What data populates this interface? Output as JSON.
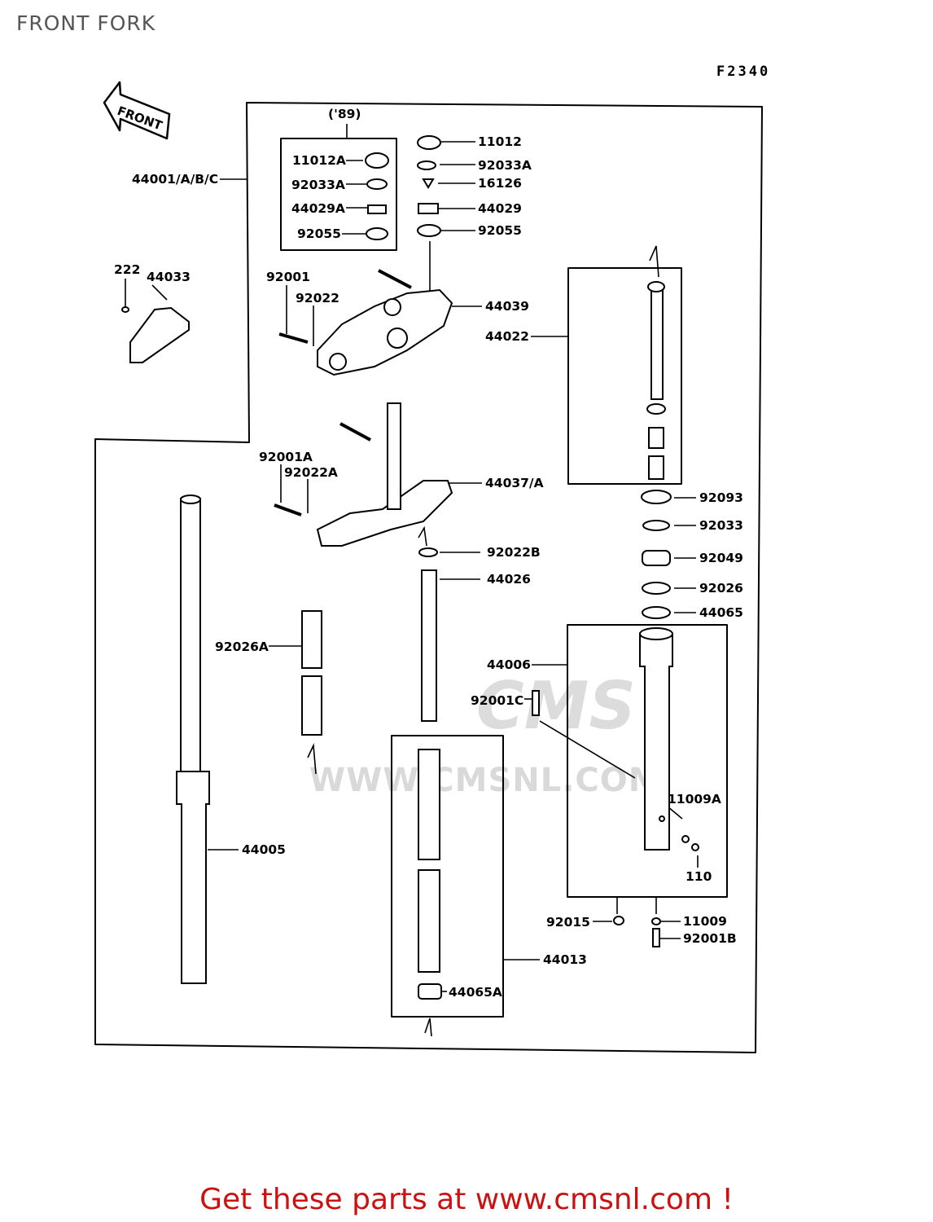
{
  "page": {
    "title": "FRONT FORK",
    "figure_code": "F2340"
  },
  "front_arrow": "FRONT",
  "watermark": {
    "logo": "CMS",
    "url": "WWW.CMSNL.COM"
  },
  "year_note": "('89)",
  "parts": {
    "p44001": "44001/A/B/C",
    "p11012A": "11012A",
    "p92033A_box": "92033A",
    "p44029A": "44029A",
    "p92055_box": "92055",
    "p11012": "11012",
    "p92033A": "92033A",
    "p16126": "16126",
    "p44029": "44029",
    "p92055": "92055",
    "p222": "222",
    "p44033": "44033",
    "p92001": "92001",
    "p92022": "92022",
    "p44039": "44039",
    "p44022": "44022",
    "p92001A": "92001A",
    "p92022A": "92022A",
    "p44037": "44037/A",
    "p92093": "92093",
    "p92033": "92033",
    "p92022B": "92022B",
    "p92049": "92049",
    "p44026": "44026",
    "p92026": "92026",
    "p44065": "44065",
    "p92026A": "92026A",
    "p44006": "44006",
    "p92001C": "92001C",
    "p11009A": "11009A",
    "p44005": "44005",
    "p110": "110",
    "p92015": "92015",
    "p11009": "11009",
    "p92001B": "92001B",
    "p44013": "44013",
    "p44065A": "44065A"
  },
  "footer": "Get these parts at www.cmsnl.com !"
}
